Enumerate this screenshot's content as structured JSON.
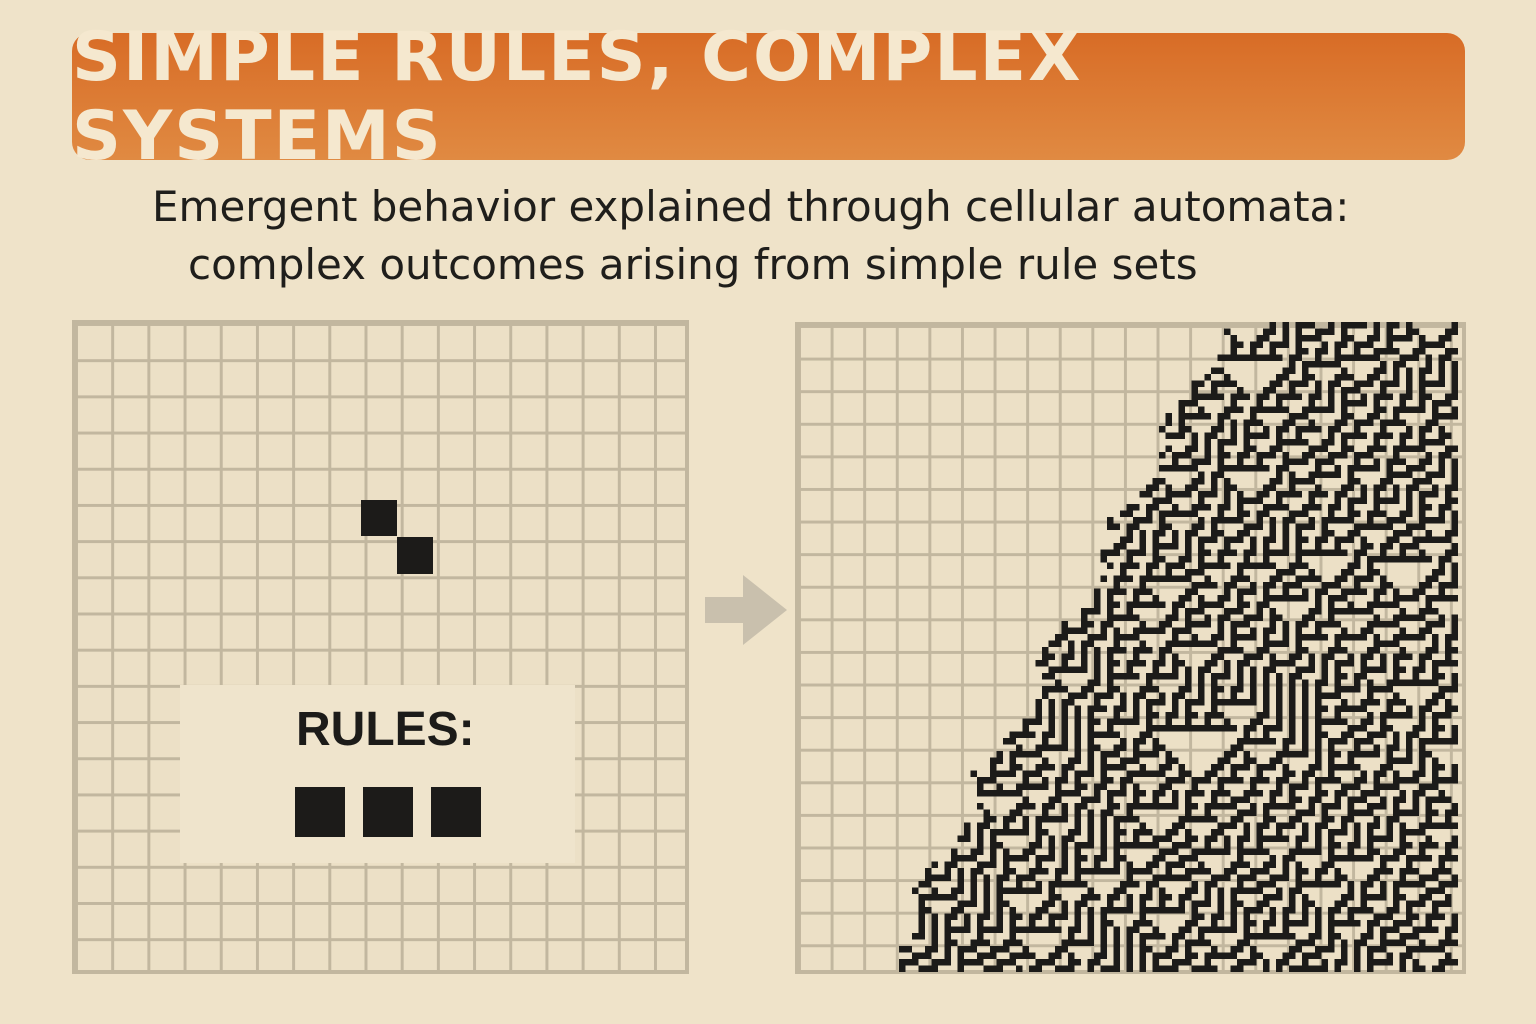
{
  "title": "SIMPLE RULES, COMPLEX SYSTEMS",
  "subtitle": {
    "line1": "Emergent behavior explained through cellular automata:",
    "line2": "complex outcomes arising from simple rule sets"
  },
  "left_panel": {
    "rules_label": "RULES:",
    "rule_squares": 3
  },
  "arrow_icon": "right-arrow",
  "colors": {
    "banner": "#d86c26",
    "title_text": "#f5e8cf",
    "background": "#efe3c9",
    "grid_lines": "#c2b79f",
    "cells": "#1c1b19",
    "arrow": "#c9c0ad"
  }
}
